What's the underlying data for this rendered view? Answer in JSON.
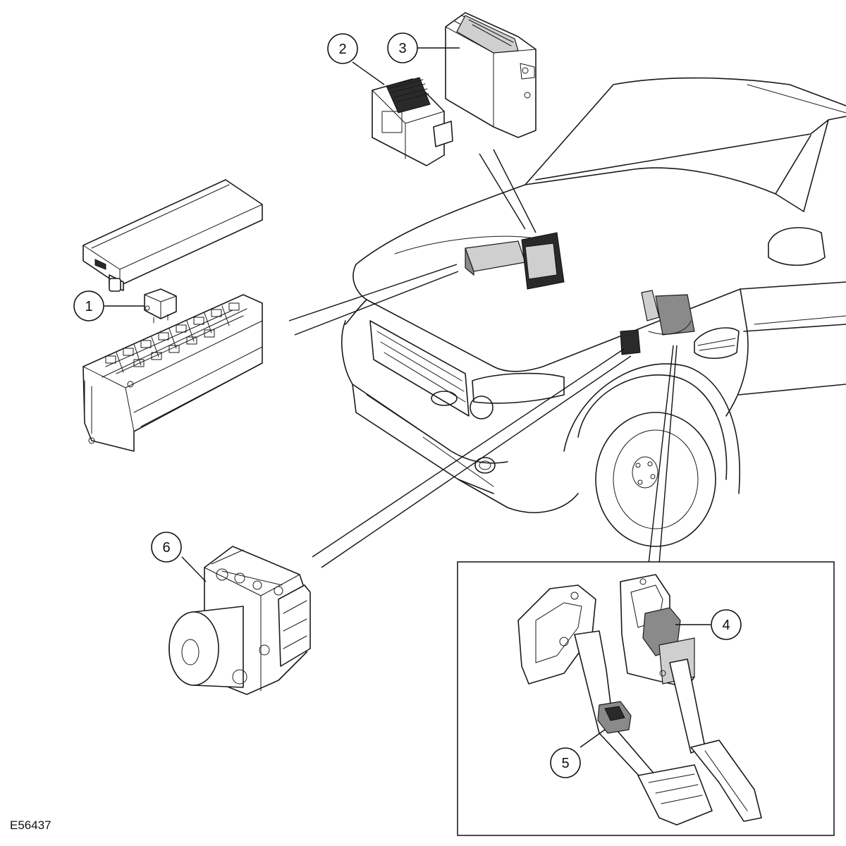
{
  "figure": {
    "code": "E56437"
  },
  "callouts": [
    {
      "id": "1",
      "label": "1"
    },
    {
      "id": "2",
      "label": "2"
    },
    {
      "id": "3",
      "label": "3"
    },
    {
      "id": "4",
      "label": "4"
    },
    {
      "id": "5",
      "label": "5"
    },
    {
      "id": "6",
      "label": "6"
    }
  ]
}
